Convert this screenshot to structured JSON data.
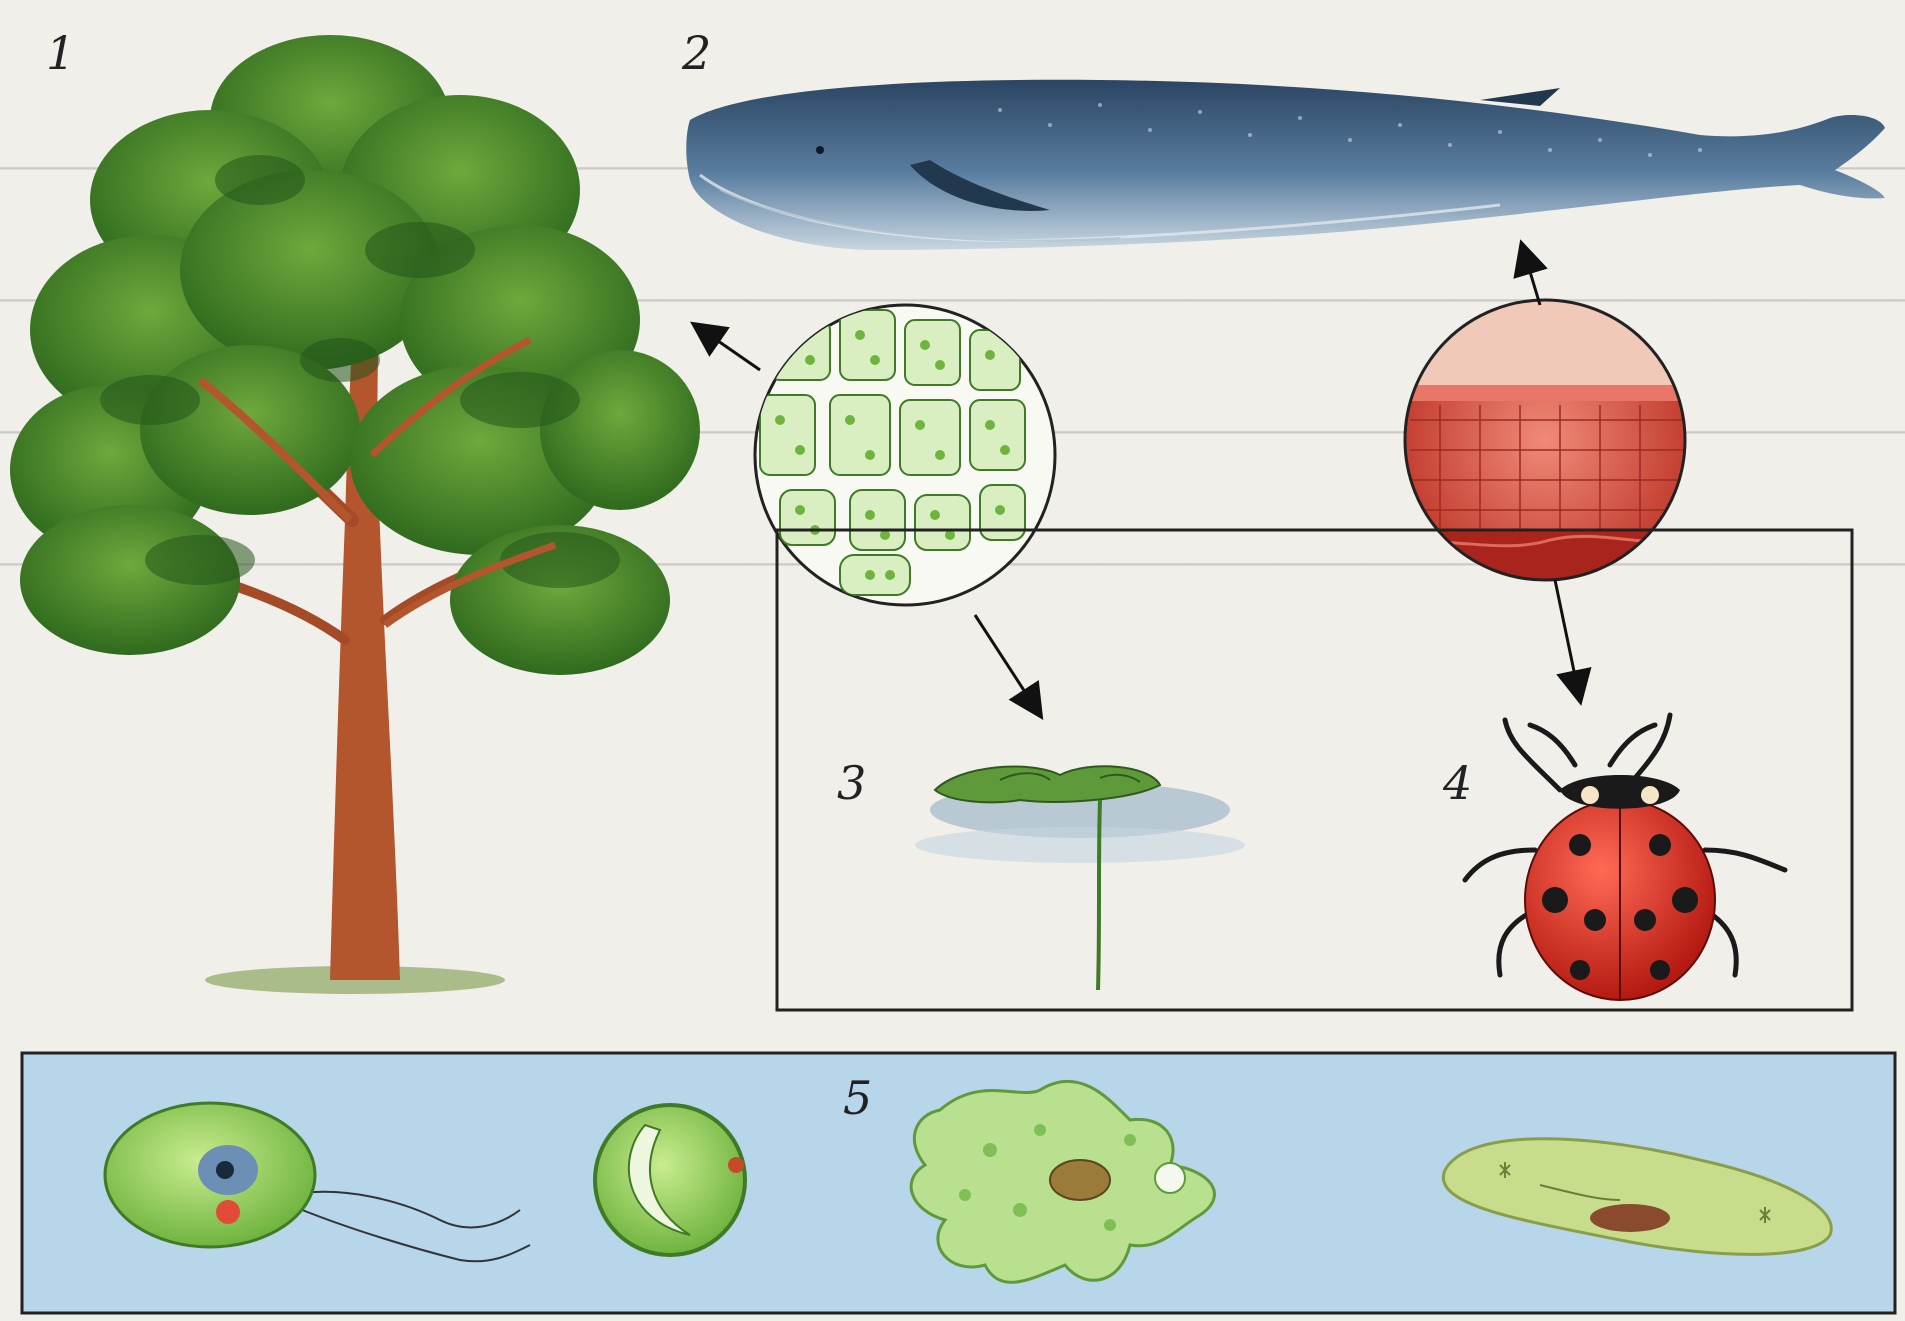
{
  "figure": {
    "labels": {
      "tree": "1",
      "whale": "2",
      "water_plant": "3",
      "ladybug": "4",
      "protists": "5"
    }
  },
  "colors": {
    "panel_blue": "#b7d6e9",
    "tree_green": "#3f7a26",
    "trunk_brown": "#b3552d",
    "whale_blue": "#4a6b8a",
    "ladybug_red": "#d42a1f",
    "cell_green": "#8fcf6c",
    "tissue_red": "#d9584a"
  },
  "icons": [
    "tree-icon",
    "whale-icon",
    "plant-cells-icon",
    "animal-tissue-icon",
    "water-plant-icon",
    "ladybug-icon",
    "euglena-icon",
    "chlamydomonas-icon",
    "amoeba-icon",
    "paramecium-icon"
  ]
}
